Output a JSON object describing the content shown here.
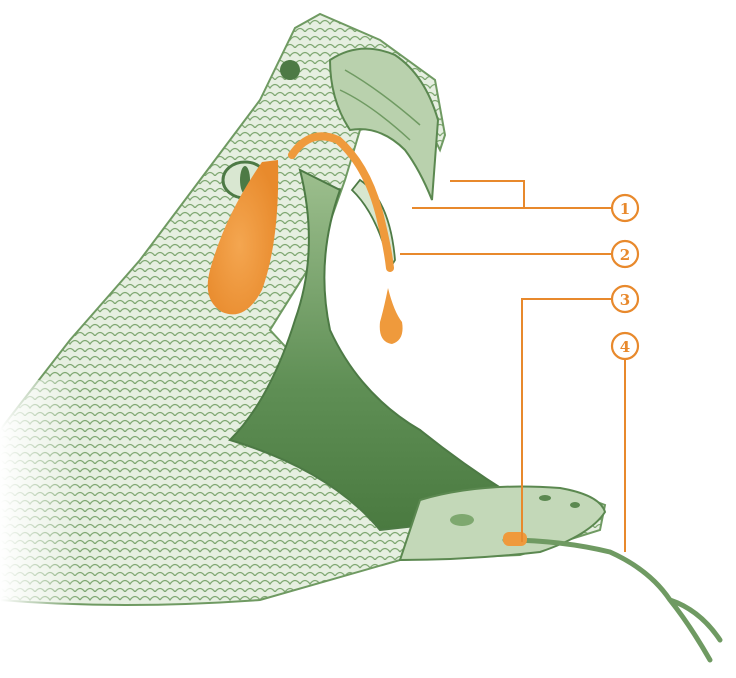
{
  "colors": {
    "background": "#ffffff",
    "illustration_green": "#6f9a62",
    "illustration_light": "#c9dcc0",
    "illustration_dark": "#4d7a45",
    "venom_orange": "#ef9a3c",
    "callout_orange": "#e8892c"
  },
  "callouts": [
    {
      "number": "1"
    },
    {
      "number": "2"
    },
    {
      "number": "3"
    },
    {
      "number": "4"
    }
  ]
}
